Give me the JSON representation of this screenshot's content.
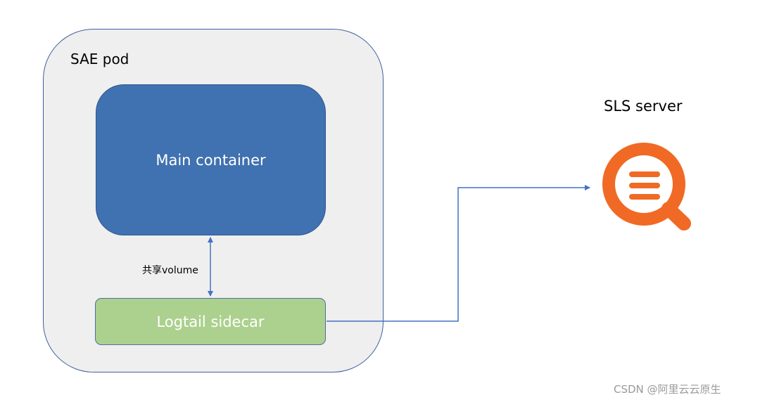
{
  "pod": {
    "label": "SAE pod"
  },
  "main_container": {
    "label": "Main container"
  },
  "sidecar": {
    "label": "Logtail sidecar"
  },
  "shared_volume": {
    "label": "共享volume"
  },
  "server": {
    "label": "SLS server",
    "icon": "sls-magnifier-icon"
  },
  "watermark": {
    "text": "CSDN @阿里云云原生"
  },
  "colors": {
    "pod_fill": "#efefef",
    "pod_border": "#3f5f9f",
    "main_container_fill": "#4071b0",
    "sidecar_fill": "#acd08e",
    "arrow": "#4472c4",
    "sls_orange": "#f06a25"
  }
}
